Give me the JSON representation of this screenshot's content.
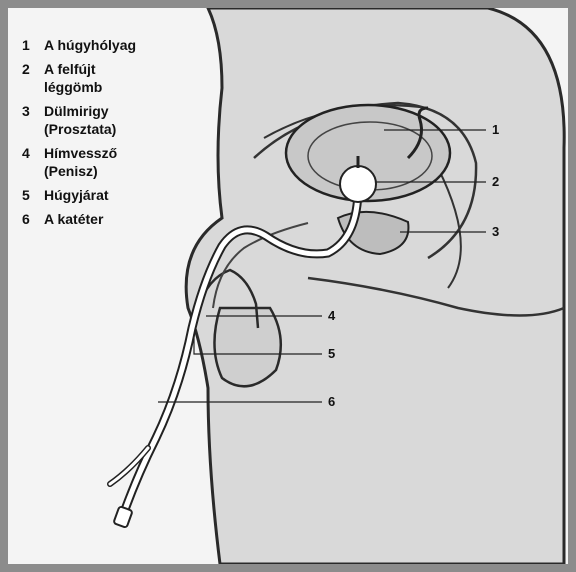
{
  "legend": {
    "items": [
      {
        "num": "1",
        "lines": [
          "A húgyhólyag"
        ]
      },
      {
        "num": "2",
        "lines": [
          "A felfújt",
          "léggömb"
        ]
      },
      {
        "num": "3",
        "lines": [
          "Dülmirigy",
          "(Prosztata)"
        ]
      },
      {
        "num": "4",
        "lines": [
          "Hímvessző",
          "(Penisz)"
        ]
      },
      {
        "num": "5",
        "lines": [
          "Húgyjárat"
        ]
      },
      {
        "num": "6",
        "lines": [
          "A katéter"
        ]
      }
    ]
  },
  "callouts": [
    "1",
    "2",
    "3",
    "4",
    "5",
    "6"
  ],
  "colors": {
    "frame": "#8c8c8c",
    "background": "#f4f4f4",
    "tissue": "#d8d8d8",
    "outline": "#222222",
    "catheter": "#ffffff"
  }
}
